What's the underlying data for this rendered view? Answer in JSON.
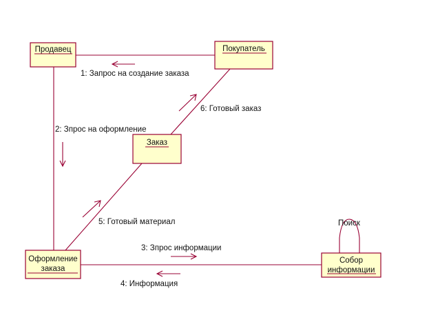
{
  "diagram": {
    "type": "uml-collaboration",
    "colors": {
      "box_fill": "#ffffcc",
      "line": "#990033"
    },
    "objects": {
      "seller": "Продавец",
      "buyer": "Покупатель",
      "order": "Заказ",
      "processing_line1": "Оформление",
      "processing_line2": "заказа",
      "info_line1": "Собор",
      "info_line2": "информации"
    },
    "messages": {
      "m1": "1: Запрос на создание заказа",
      "m2": "2: Зпрос на оформление",
      "m3": "3: Зпрос информации",
      "m4": "4: Информация",
      "m5": "5: Готовый материал",
      "m6": "6: Готовый заказ",
      "self": "Поиск"
    }
  }
}
